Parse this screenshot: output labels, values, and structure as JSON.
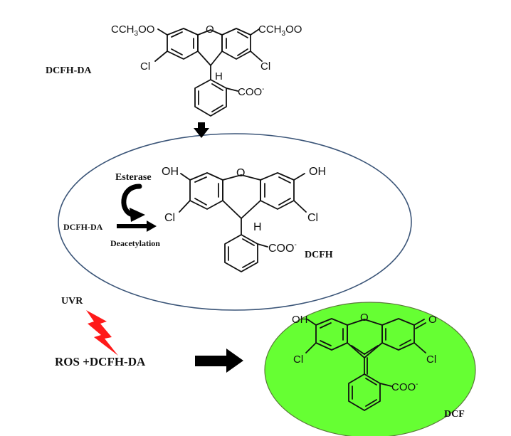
{
  "labels": {
    "dcfhda_name": "DCFH-DA",
    "esterase": "Esterase",
    "dcfhda_inline": "DCFH-DA",
    "deacetylation": "Deacetylation",
    "dcfh_name": "DCFH",
    "uvr": "UVR",
    "ros": "ROS +DCFH-DA",
    "dcf_name": "DCF"
  },
  "mol_top": {
    "left_group": "CCH",
    "left_sub": "3",
    "left_tail": "OO",
    "right_group": "CCH",
    "right_sub": "3",
    "right_tail": "OO",
    "bridge_o": "O",
    "cl_left": "Cl",
    "cl_right": "Cl",
    "h": "H",
    "coo": "COO",
    "coo_charge": "-"
  },
  "mol_mid": {
    "oh_left": "OH",
    "oh_right": "OH",
    "bridge_o": "O",
    "cl_left": "Cl",
    "cl_right": "Cl",
    "h": "H",
    "coo": "COO",
    "coo_charge": "-"
  },
  "mol_dcf": {
    "oh_left": "OH",
    "o_right": "O",
    "bridge_o": "O",
    "cl_left": "Cl",
    "cl_right": "Cl",
    "coo": "COO",
    "coo_charge": "-"
  },
  "colors": {
    "ellipse_stroke": "#3b5578",
    "dcf_fill": "#66ff33",
    "lightning": "#ff1a1a",
    "arrow": "#000000"
  }
}
